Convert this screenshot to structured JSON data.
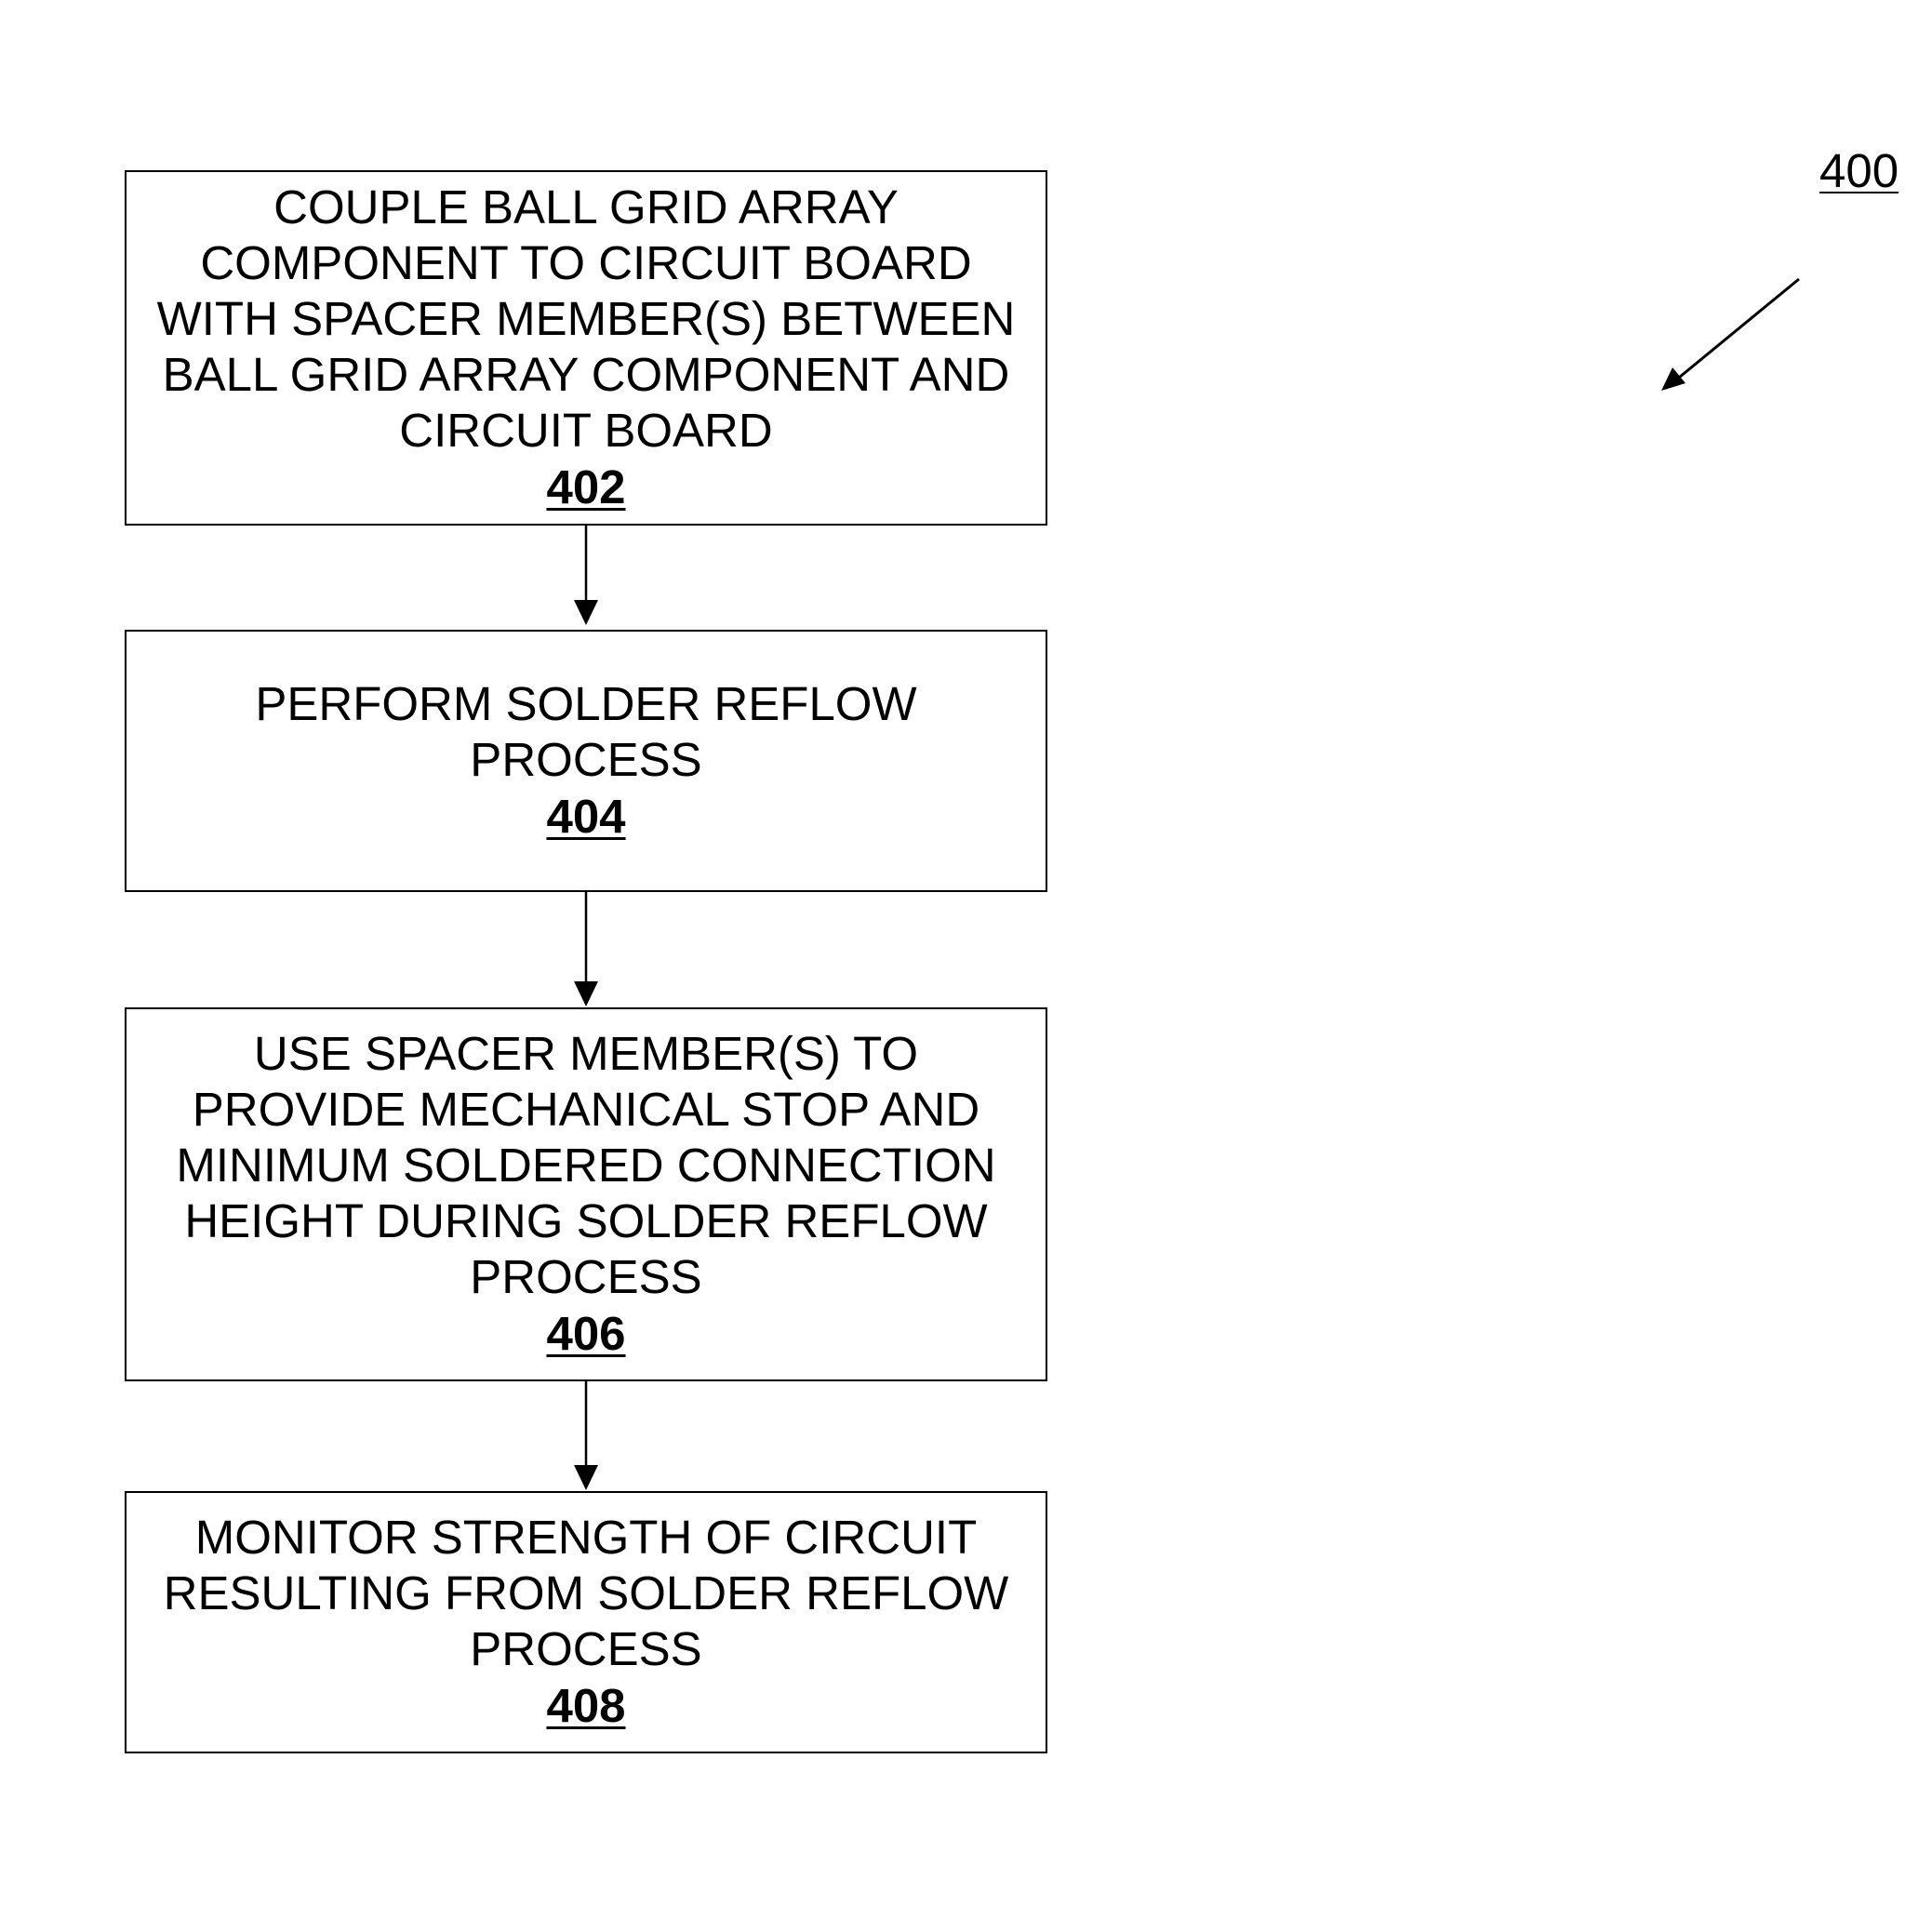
{
  "figure": {
    "reference_number": "400"
  },
  "steps": [
    {
      "lines": [
        "COUPLE BALL GRID ARRAY",
        "COMPONENT TO CIRCUIT BOARD",
        "WITH SPACER MEMBER(S) BETWEEN",
        "BALL GRID ARRAY COMPONENT AND",
        "CIRCUIT BOARD"
      ],
      "ref": "402"
    },
    {
      "lines": [
        "PERFORM SOLDER REFLOW",
        "PROCESS"
      ],
      "ref": "404"
    },
    {
      "lines": [
        "USE SPACER MEMBER(S) TO",
        "PROVIDE MECHANICAL STOP AND",
        "MINIMUM SOLDERED CONNECTION",
        "HEIGHT DURING SOLDER REFLOW",
        "PROCESS"
      ],
      "ref": "406"
    },
    {
      "lines": [
        "MONITOR STRENGTH OF CIRCUIT",
        "RESULTING FROM SOLDER REFLOW",
        "PROCESS"
      ],
      "ref": "408"
    }
  ]
}
